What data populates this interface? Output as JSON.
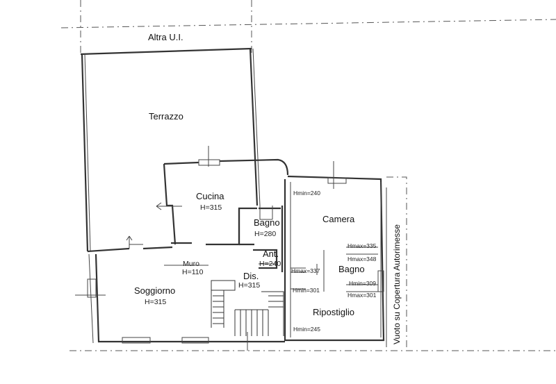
{
  "labels": {
    "other_unit": "Altra U.I.",
    "terrace": "Terrazzo",
    "kitchen": "Cucina",
    "kitchen_h": "H=315",
    "bath1": "Bagno",
    "bath1_h": "H=280",
    "anteroom": "Ant.",
    "anteroom_h": "H=240",
    "hall": "Dis.",
    "hall_h": "H=315",
    "wall": "Muro",
    "wall_h": "H=110",
    "living": "Soggiorno",
    "living_h": "H=315",
    "bedroom": "Camera",
    "bath2": "Bagno",
    "storage": "Ripostiglio",
    "hmin240": "Hmin=240",
    "hmax335": "Hmax=335",
    "hmax348": "Hmax=348",
    "hmin309": "Hmin=309",
    "hmax301": "Hmax=301",
    "hmax337": "Hmax=337",
    "hmin301": "Hmin=301",
    "hmin245": "Hmin=245",
    "void": "Vuoto su Copertura Autorimesse"
  }
}
